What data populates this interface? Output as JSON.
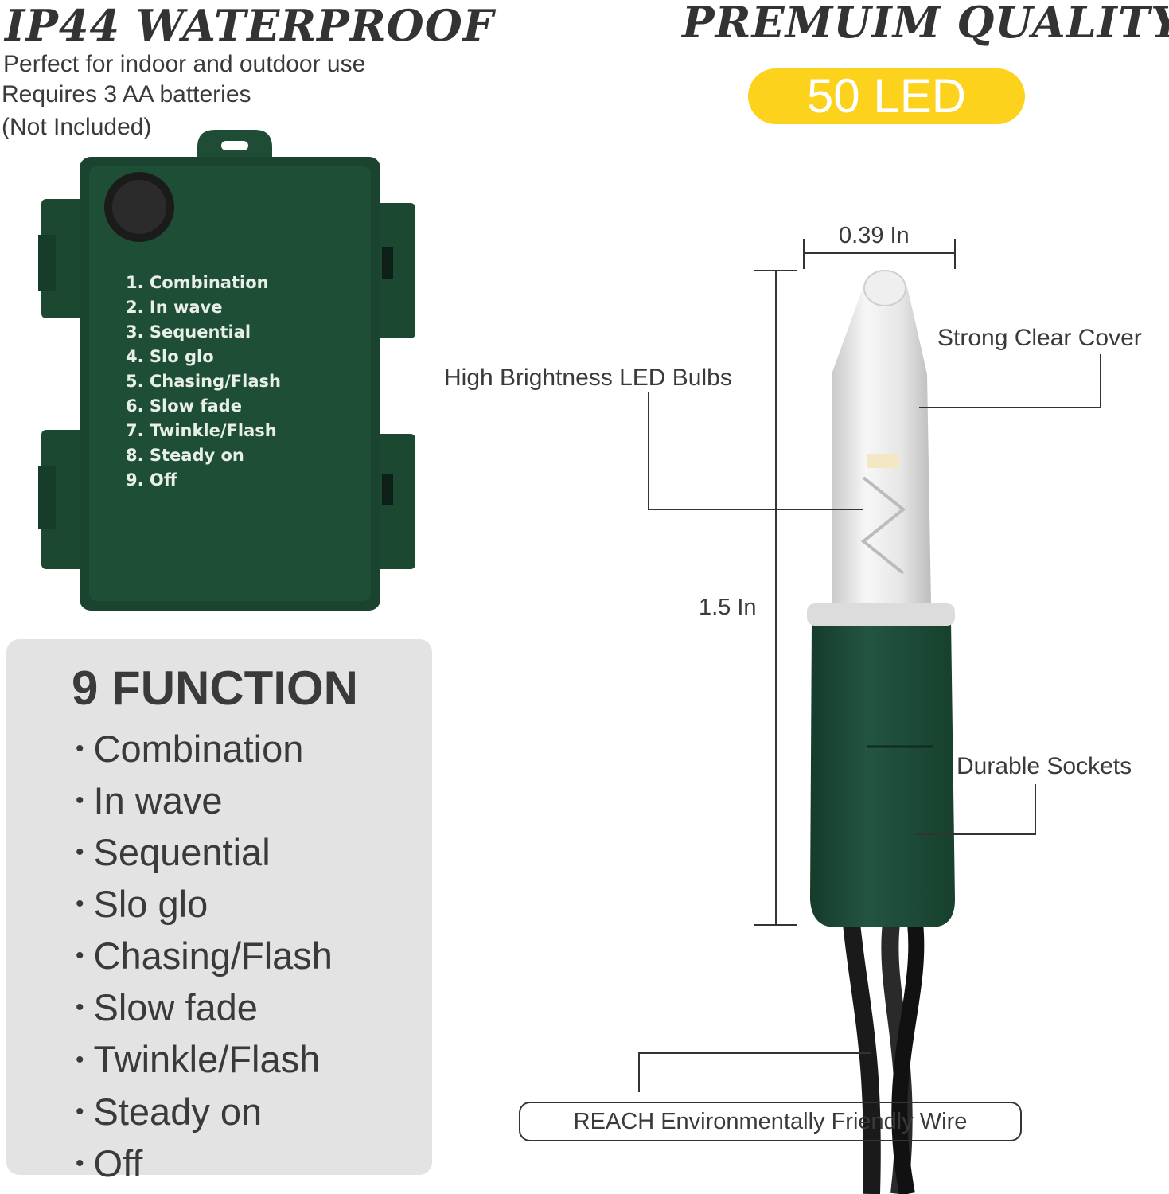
{
  "left_header": {
    "title": "IP44 WATERPROOF",
    "line1": "Perfect for indoor and outdoor use",
    "line2": "Requires 3 AA batteries",
    "line3": "(Not Included)"
  },
  "right_header": {
    "title": "PREMUIM QUALITY",
    "badge": "50 LED"
  },
  "battery_box": {
    "modes": [
      "1. Combination",
      "2. In wave",
      "3. Sequential",
      "4. Slo glo",
      "5. Chasing/Flash",
      "6. Slow fade",
      "7. Twinkle/Flash",
      "8. Steady on",
      "9. Off"
    ]
  },
  "functions": {
    "title": "9 FUNCTION",
    "items": [
      "Combination",
      "In wave",
      "Sequential",
      "Slo glo",
      "Chasing/Flash",
      "Slow fade",
      "Twinkle/Flash",
      "Steady on",
      "Off"
    ]
  },
  "bulb": {
    "width_label": "0.39 In",
    "height_label": "1.5 In",
    "cover_label": "Strong Clear Cover",
    "led_label": "High Brightness LED Bulbs",
    "socket_label": "Durable Sockets",
    "wire_label": "REACH Environmentally Friendly Wire"
  },
  "colors": {
    "badge": "#fcd21c",
    "box_green": "#1e4b34",
    "socket_green": "#1d4a36",
    "panel_gray": "#e3e3e3"
  }
}
